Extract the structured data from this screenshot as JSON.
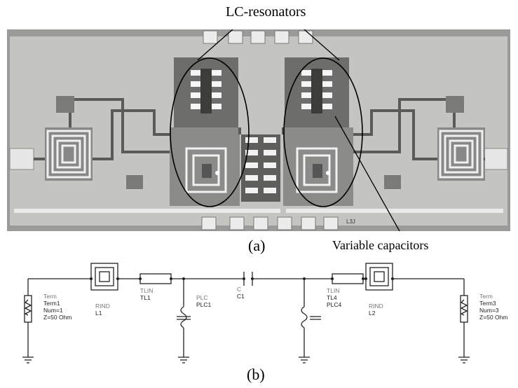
{
  "annotations": {
    "lc_resonators": "LC-resonators",
    "variable_capacitors": "Variable capacitors",
    "panel_a": "(a)",
    "panel_b": "(b)"
  },
  "chip": {
    "corner_mark": "L3J",
    "background_color": "#bdbdbb",
    "pad_color": "#e9e9e9"
  },
  "schematic": {
    "term1": {
      "type": "Term",
      "name": "Term1",
      "num": "Num=1",
      "z": "Z=50 Ohm"
    },
    "rind1": {
      "type": "RIND",
      "name": "L1"
    },
    "tlin1": {
      "type": "TLIN",
      "name": "TL1"
    },
    "plc1": {
      "type": "PLC",
      "name": "PLC1"
    },
    "cap": {
      "type": "C",
      "name": "C1"
    },
    "tlin2": {
      "type": "TLIN",
      "name": "TL4",
      "extra": "PLC4"
    },
    "rind2": {
      "type": "RIND",
      "name": "L2"
    },
    "term3": {
      "type": "Term",
      "name": "Term3",
      "num": "Num=3",
      "z": "Z=50 Ohm"
    }
  }
}
